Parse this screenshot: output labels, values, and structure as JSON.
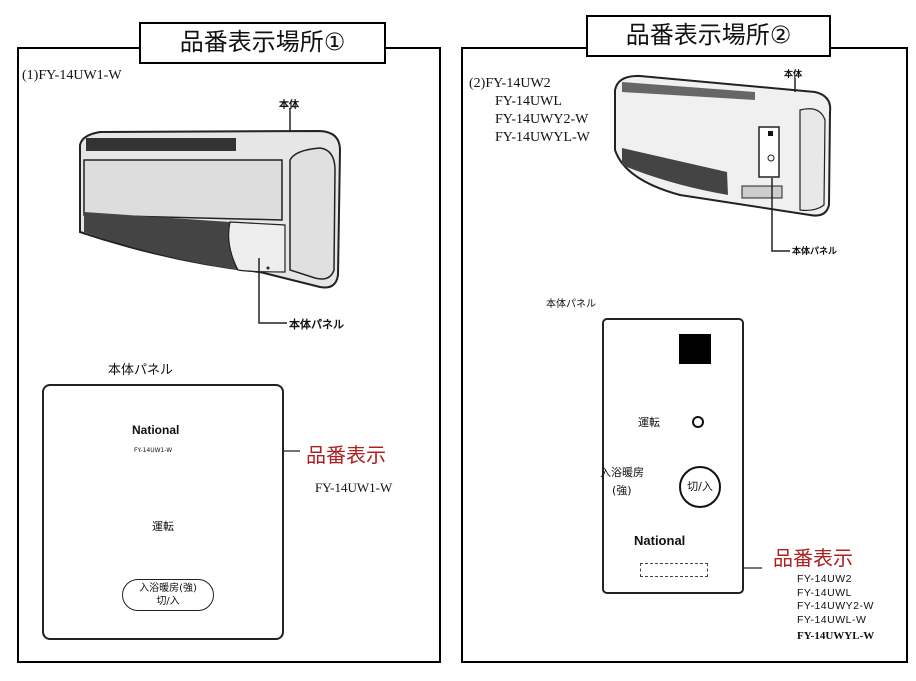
{
  "left": {
    "title": "品番表示場所①",
    "model_label": "(1)FY-14UW1-W",
    "body_label": "本体",
    "panel_pointer_label": "本体パネル",
    "panel_heading": "本体パネル",
    "panel": {
      "brand": "National",
      "model_small": "FY-14UW1-W",
      "run_label": "運転",
      "button_line1": "入浴暖房(強)",
      "button_line2": "切/入"
    },
    "callout_label": "品番表示",
    "callout_model": "FY-14UW1-W"
  },
  "right": {
    "title": "品番表示場所②",
    "models": [
      "(2)FY-14UW2",
      "FY-14UWL",
      "FY-14UWY2-W",
      "FY-14UWYL-W"
    ],
    "body_label": "本体",
    "panel_pointer_label": "本体パネル",
    "panel_heading": "本体パネル",
    "panel": {
      "run_label": "運転",
      "bath_label": "入浴暖房",
      "strong_label": "(強)",
      "button_label": "切/入",
      "brand": "National"
    },
    "callout_label": "品番表示",
    "callout_models": [
      "FY-14UW2",
      "FY-14UWL",
      "FY-14UWY2-W",
      "FY-14UWL-W",
      "FY-14UWYL-W"
    ]
  },
  "colors": {
    "accent_red": "#b02020"
  }
}
